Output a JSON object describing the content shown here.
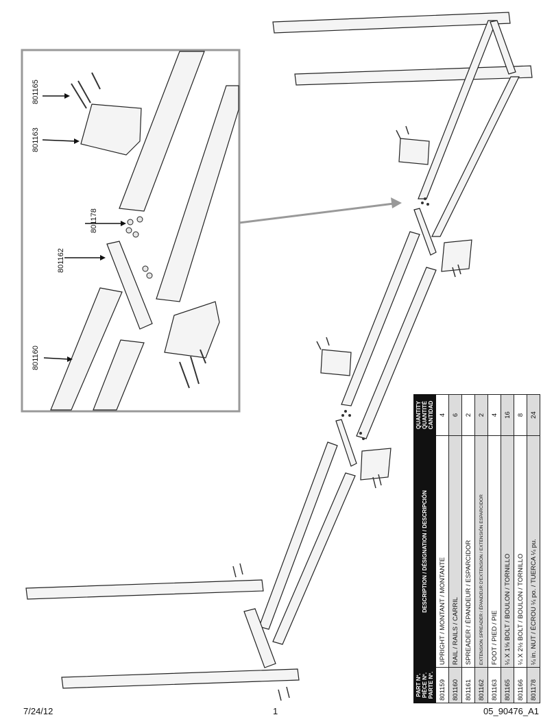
{
  "callouts": {
    "bolt": "801165",
    "foot": "801163",
    "nut": "801178",
    "spreader": "801162",
    "rail": "801160"
  },
  "table": {
    "headers": {
      "part": "PART Nº. PIÈCE Nº. PARTE Nº.",
      "description": "DESCRIPTION / DÉSIGNATION / DESCRIPCIÓN",
      "quantity": "QUANTITY QUANTITÉ CANTIDAD"
    },
    "rows": [
      {
        "part": "801159",
        "description": "UPRIGHT / MONTANT / MONTANTE",
        "qty": "4"
      },
      {
        "part": "801160",
        "description": "RAIL / RAILS / CARRIL",
        "qty": "6"
      },
      {
        "part": "801161",
        "description": "SPREADER / ÉPANDEUR / ESPARCIDOR",
        "qty": "2"
      },
      {
        "part": "801162",
        "description": "EXTENSION SPREADER / ÉPANDEUR D'EXTENSION / EXTENSIÓN ESPARCIDOR",
        "qty": "2"
      },
      {
        "part": "801163",
        "description": "FOOT / PIED / PIE",
        "qty": "4"
      },
      {
        "part": "801165",
        "description": "¼ X 1⅝ BOLT / BOULON / TORNILLO",
        "qty": "16"
      },
      {
        "part": "801166",
        "description": "¼ X 2½ BOLT / BOULON / TORNILLO",
        "qty": "8"
      },
      {
        "part": "801178",
        "description": "¼ in. NUT / ÉCROU ¼ po. / TUERCA ¼ pu.",
        "qty": "24"
      }
    ]
  },
  "footer": {
    "date": "7/24/12",
    "page": "1",
    "code": "05_90476_A1"
  }
}
